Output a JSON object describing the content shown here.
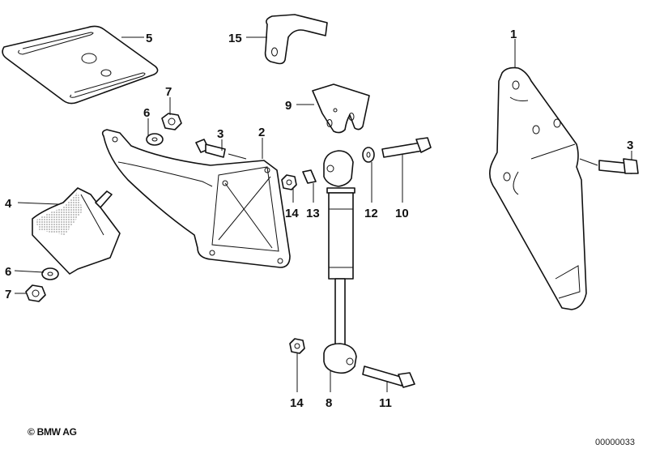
{
  "diagram": {
    "title": "Engine mount / bracket exploded view",
    "callouts": [
      {
        "id": "c1",
        "label": "1"
      },
      {
        "id": "c2",
        "label": "2"
      },
      {
        "id": "c3a",
        "label": "3"
      },
      {
        "id": "c3b",
        "label": "3"
      },
      {
        "id": "c4",
        "label": "4"
      },
      {
        "id": "c5",
        "label": "5"
      },
      {
        "id": "c6a",
        "label": "6"
      },
      {
        "id": "c6b",
        "label": "6"
      },
      {
        "id": "c7a",
        "label": "7"
      },
      {
        "id": "c7b",
        "label": "7"
      },
      {
        "id": "c8",
        "label": "8"
      },
      {
        "id": "c9",
        "label": "9"
      },
      {
        "id": "c10",
        "label": "10"
      },
      {
        "id": "c11",
        "label": "11"
      },
      {
        "id": "c12",
        "label": "12"
      },
      {
        "id": "c13",
        "label": "13"
      },
      {
        "id": "c14a",
        "label": "14"
      },
      {
        "id": "c14b",
        "label": "14"
      },
      {
        "id": "c15",
        "label": "15"
      }
    ]
  },
  "footer": {
    "copyright": "© BMW AG",
    "drawing_number": "00000033"
  }
}
